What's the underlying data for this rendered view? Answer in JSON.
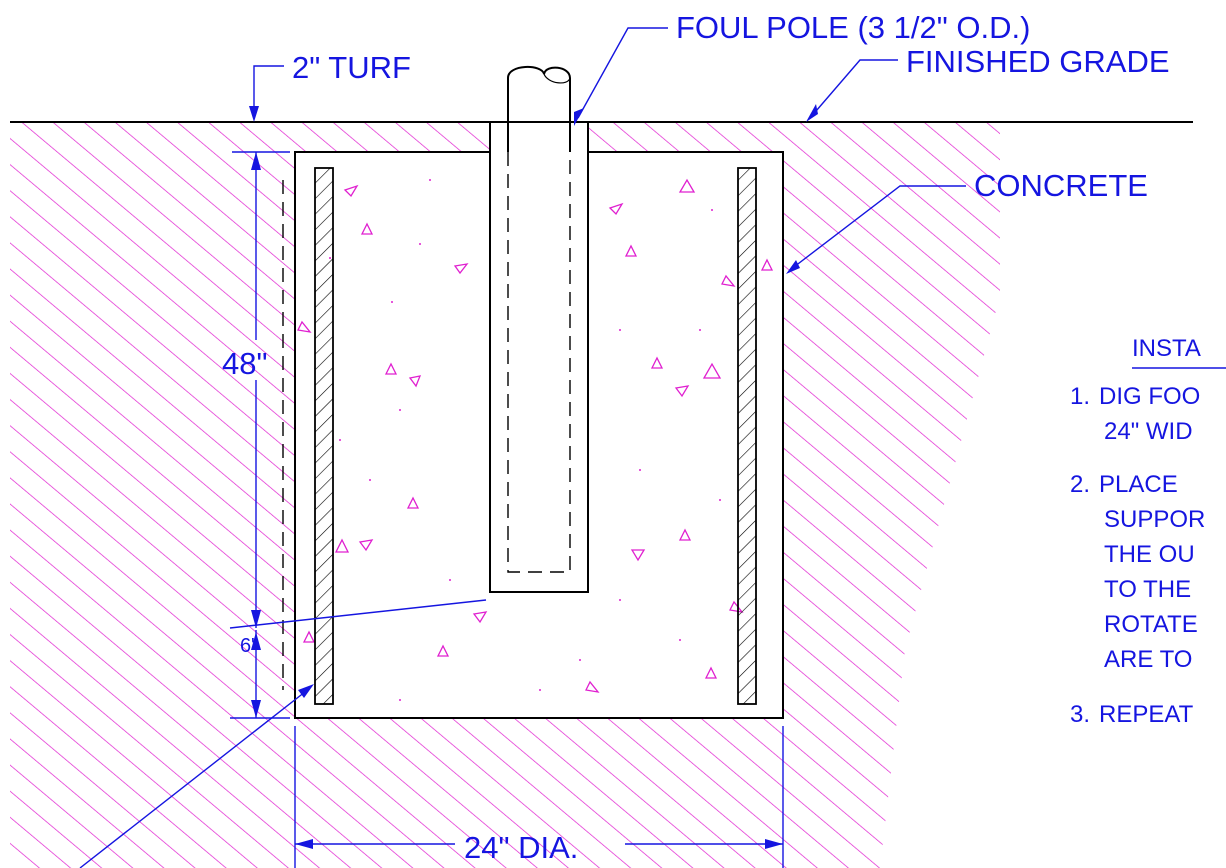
{
  "labels": {
    "foul_pole": "FOUL POLE (3 1/2\" O.D.)",
    "finished_grade": "FINISHED GRADE",
    "turf": "2\" TURF",
    "concrete": "CONCRETE",
    "depth": "48\"",
    "bottom_clearance": "6\"",
    "diameter": "24\" DIA."
  },
  "notes": {
    "title": "INSTA",
    "items": [
      {
        "number": "1.",
        "lines": [
          "DIG FOO",
          "24\" WID"
        ]
      },
      {
        "number": "2.",
        "lines": [
          "PLACE",
          "SUPPOR",
          "THE OU",
          "TO THE",
          "ROTATE",
          "ARE TO"
        ]
      },
      {
        "number": "3.",
        "lines": [
          "REPEAT"
        ]
      }
    ]
  },
  "colors": {
    "annotation": "#1515e0",
    "soil_hatch": "#e020d0",
    "linework": "#000000"
  }
}
